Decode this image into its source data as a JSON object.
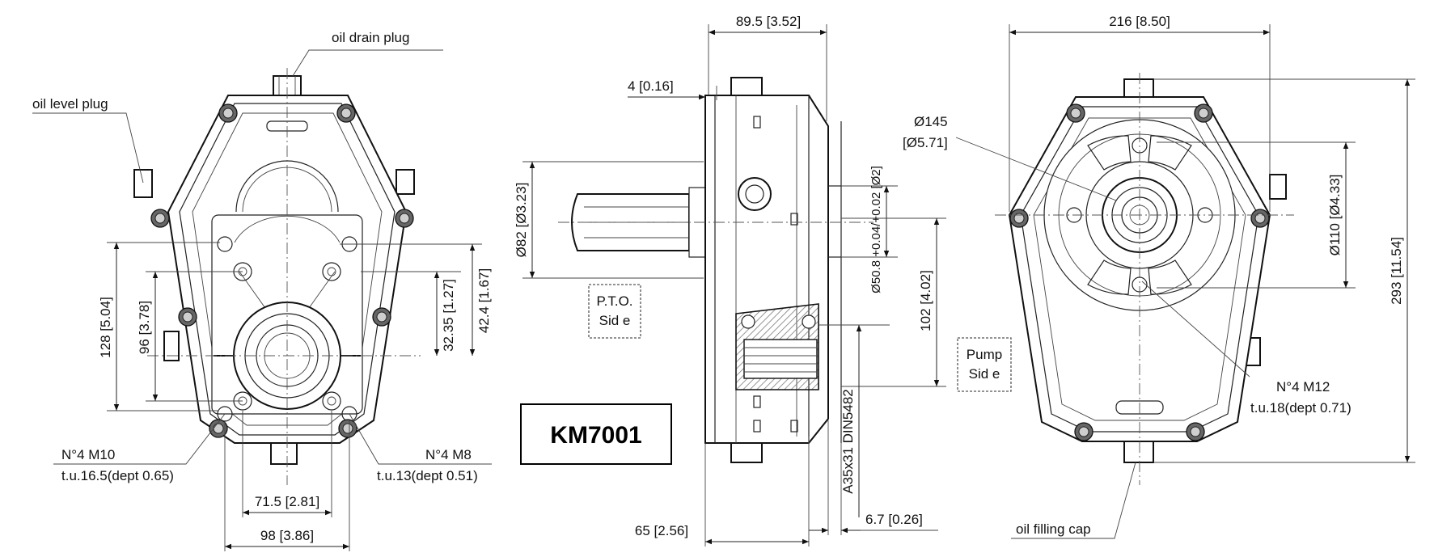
{
  "title": "KM7001",
  "front_view": {
    "oil_drain_plug": "oil drain plug",
    "oil_level_plug": "oil level plug",
    "dim_128": "128 [5.04]",
    "dim_96": "96 [3.78]",
    "dim_32_35": "32.35 [1.27]",
    "dim_42_4": "42.4 [1.67]",
    "dim_71_5": "71.5 [2.81]",
    "dim_98": "98 [3.86]",
    "m10_line1": "N°4 M10",
    "m10_line2": "t.u.16.5(dept 0.65)",
    "m8_line1": "N°4 M8",
    "m8_line2": "t.u.13(dept 0.51)"
  },
  "side_view": {
    "dim_89_5": "89.5 [3.52]",
    "dim_4": "4 [0.16]",
    "dim_82": "Ø82 [Ø3.23]",
    "dim_50_8": "Ø50.8 +0.04/+0.02 [Ø2]",
    "dim_102": "102 [4.02]",
    "spline": "A35x31 DIN5482",
    "dim_65": "65 [2.56]",
    "dim_6_7": "6.7 [0.26]",
    "pto_line1": "P.T.O.",
    "pto_line2": "Sid e"
  },
  "rear_view": {
    "dim_216": "216 [8.50]",
    "dim_145_a": "Ø145",
    "dim_145_b": "[Ø5.71]",
    "dim_110": "Ø110 [Ø4.33]",
    "dim_293": "293 [11.54]",
    "m12_line1": "N°4 M12",
    "m12_line2": "t.u.18(dept 0.71)",
    "oil_filling_cap": "oil filling cap",
    "pump_line1": "Pump",
    "pump_line2": "Sid e"
  }
}
